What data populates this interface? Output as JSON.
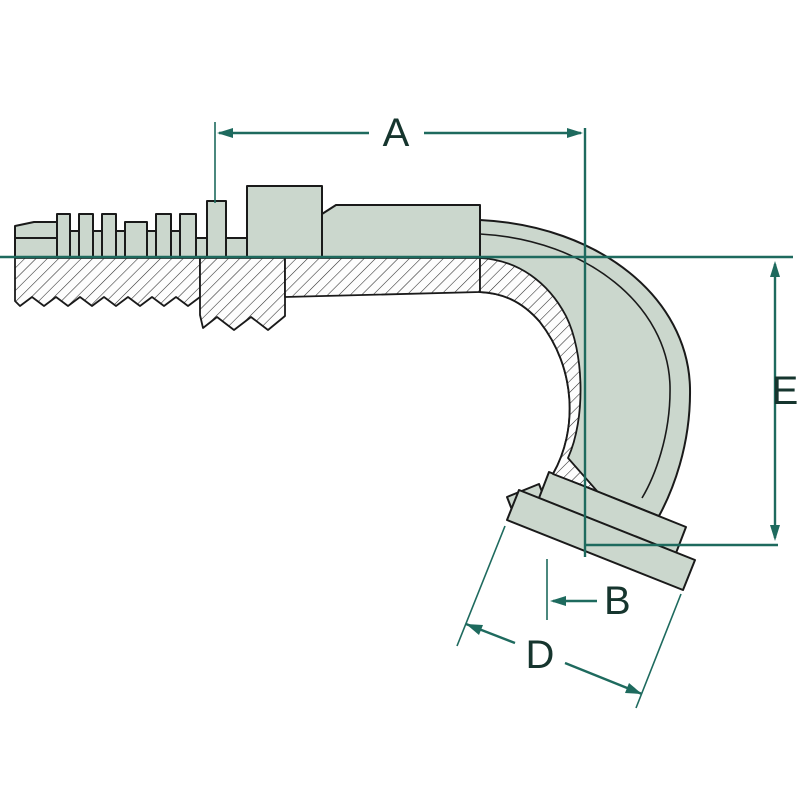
{
  "diagram": {
    "labels": {
      "a": "A",
      "b": "B",
      "d": "D",
      "e": "E"
    },
    "colors": {
      "background": "#ffffff",
      "dimension_line": "#1e6a5e",
      "label_text": "#16352e",
      "outline": "#1a1a1a",
      "body_fill": "#cbd7cd",
      "hatch_line": "#2a2a2a",
      "hatch_bg": "#fdfdfd"
    }
  }
}
